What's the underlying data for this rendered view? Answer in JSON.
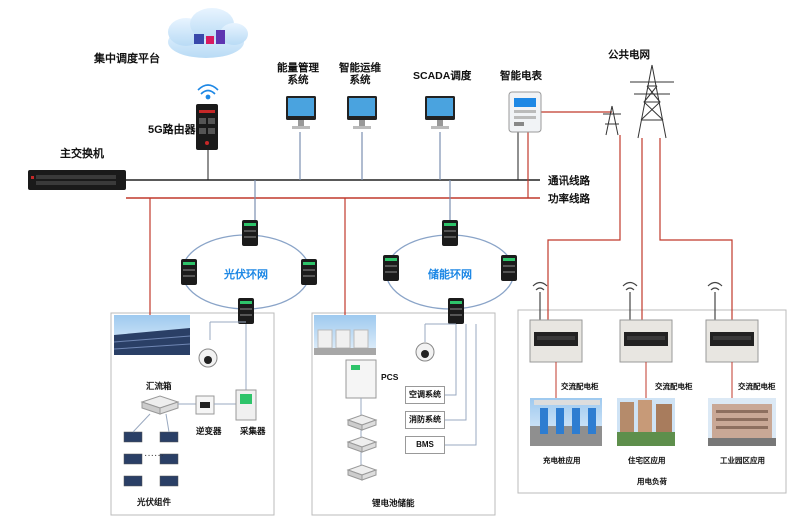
{
  "top": {
    "platform": "集中调度平台",
    "router": "5G路由器",
    "main_switch": "主交换机",
    "ems": "能量管理\n系统",
    "om": "智能运维\n系统",
    "scada": "SCADA调度",
    "meter": "智能电表",
    "grid": "公共电网"
  },
  "lines": {
    "comm": "通讯线路",
    "power": "功率线路"
  },
  "rings": {
    "pv": "光伏环网",
    "storage": "储能环网"
  },
  "pv_zone": {
    "combiner": "汇流箱",
    "inverter": "逆变器",
    "collector": "采集器",
    "modules": "光伏组件"
  },
  "storage_zone": {
    "pcs": "PCS",
    "ac": "空调系统",
    "fire": "消防系统",
    "bms": "BMS",
    "battery": "锂电池储能"
  },
  "load_zone": {
    "cabinet1": "交流配电柜",
    "cabinet2": "交流配电柜",
    "cabinet3": "交流配电柜",
    "app1": "充电桩应用",
    "app2": "住宅区应用",
    "app3": "工业园区应用",
    "title": "用电负荷"
  },
  "colors": {
    "power_line": "#c0392b",
    "comm_line": "#222222",
    "ring": "#8aa4c8",
    "ring_label": "#1e88e5",
    "link": "#9aa9c0"
  }
}
